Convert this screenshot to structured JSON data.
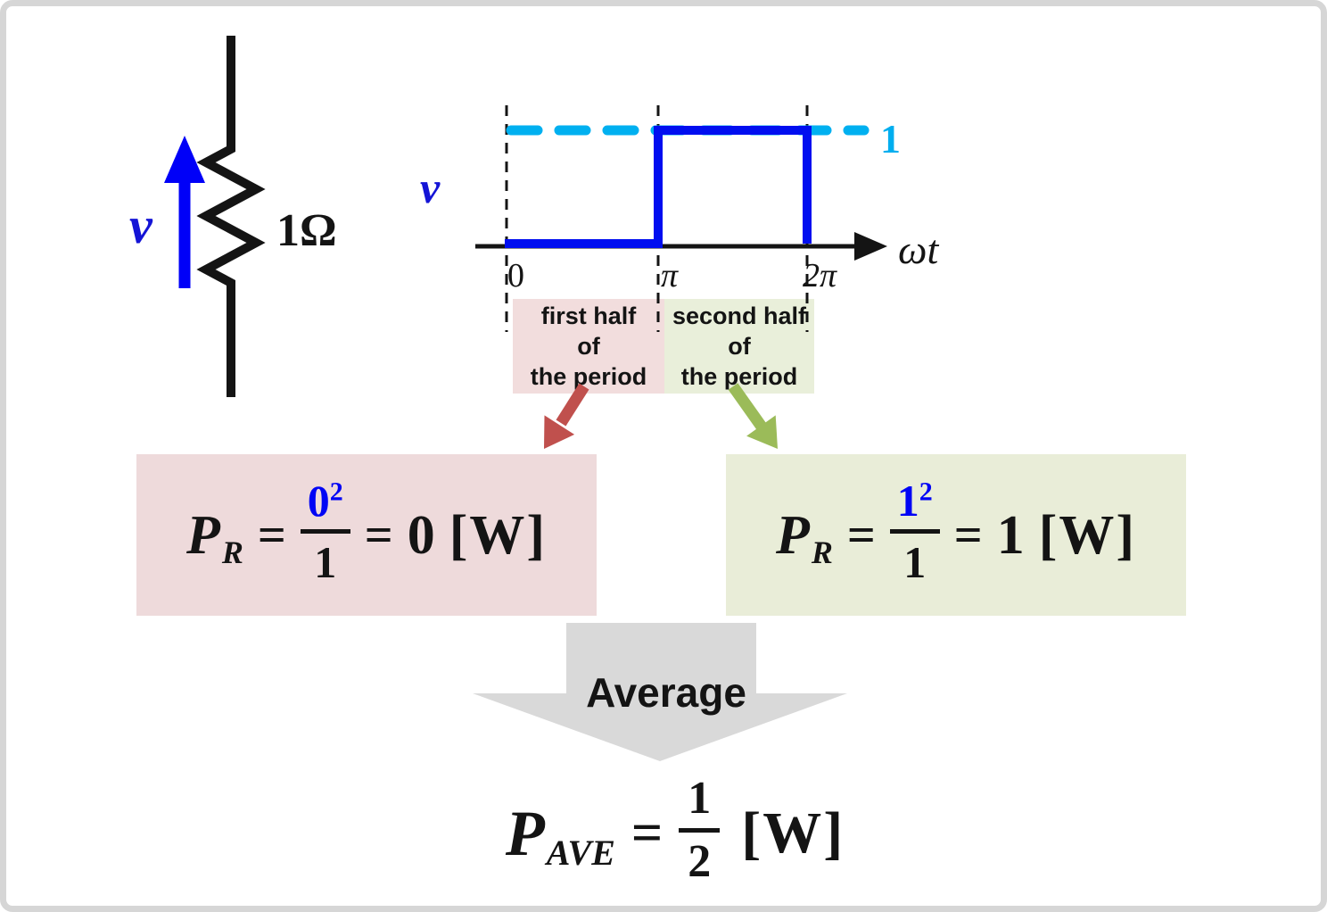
{
  "colors": {
    "wave_blue": "#000ef0",
    "voltage_label_blue": "#1414d6",
    "level_cyan": "#00aeef",
    "first_half_bg": "#f2dddd",
    "second_half_bg": "#e9efda",
    "first_formula_bg": "#eedadb",
    "second_formula_bg": "#e9edd8",
    "first_arrow_red": "#c0504d",
    "second_arrow_green": "#9bbb59",
    "average_arrow_gray": "#d9d9d9",
    "formula_accent_blue": "#0004f5"
  },
  "circuit": {
    "voltage_label": "v",
    "resistor_value": "1Ω"
  },
  "graph": {
    "y_label": "v",
    "x_label": "ωt",
    "level_label": "1",
    "ticks": [
      "0",
      "π",
      "2π"
    ],
    "wave": {
      "type": "square",
      "segments": [
        {
          "interval": "0 to π",
          "value": 0
        },
        {
          "interval": "π to 2π",
          "value": 1
        }
      ]
    }
  },
  "periods": {
    "first": {
      "lines": [
        "first half",
        "of",
        "the period"
      ]
    },
    "second": {
      "lines": [
        "second half",
        "of",
        "the period"
      ]
    }
  },
  "power_first": {
    "var": "P",
    "sub": "R",
    "eq": "=",
    "numerator": "0",
    "exponent": "2",
    "denominator": "1",
    "result": "0",
    "unit": "[W]"
  },
  "power_second": {
    "var": "P",
    "sub": "R",
    "eq": "=",
    "numerator": "1",
    "exponent": "2",
    "denominator": "1",
    "result": "1",
    "unit": "[W]"
  },
  "average": {
    "label": "Average"
  },
  "final": {
    "var": "P",
    "sub": "AVE",
    "eq": "=",
    "numerator": "1",
    "denominator": "2",
    "unit": "[W]"
  }
}
